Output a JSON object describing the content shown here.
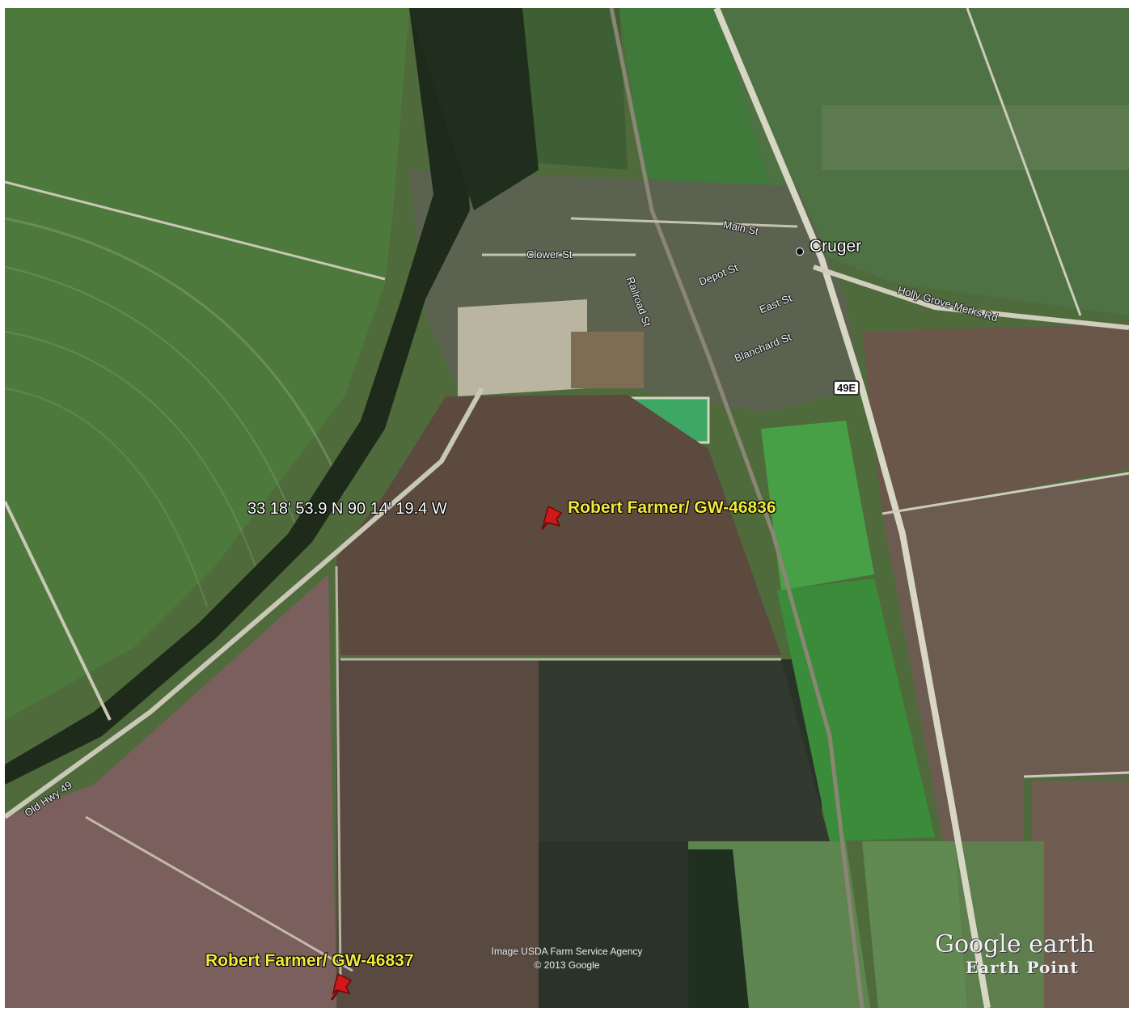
{
  "markers": [
    {
      "label": "Robert Farmer/ GW-46836",
      "coords": "33 18' 53.9 N  90 14' 19.4 W"
    },
    {
      "label": "Robert Farmer/ GW-46837"
    }
  ],
  "place": {
    "city": "Cruger"
  },
  "streets": {
    "main": "Main St",
    "clower": "Clower St",
    "railroad": "Railroad St",
    "depot": "Depot St",
    "east": "East St",
    "blanchard": "Blanchard St",
    "holly": "Holly Grove-Merks Rd",
    "oldhwy": "Old Hwy 49",
    "route": "49E"
  },
  "credits": {
    "line1": "Image USDA Farm Service Agency",
    "line2": "© 2013 Google"
  },
  "logo": {
    "brand": "Google earth",
    "sub": "Earth Point"
  },
  "colors": {
    "marker_label": "#f2ea3a",
    "pin": "#d01818"
  }
}
